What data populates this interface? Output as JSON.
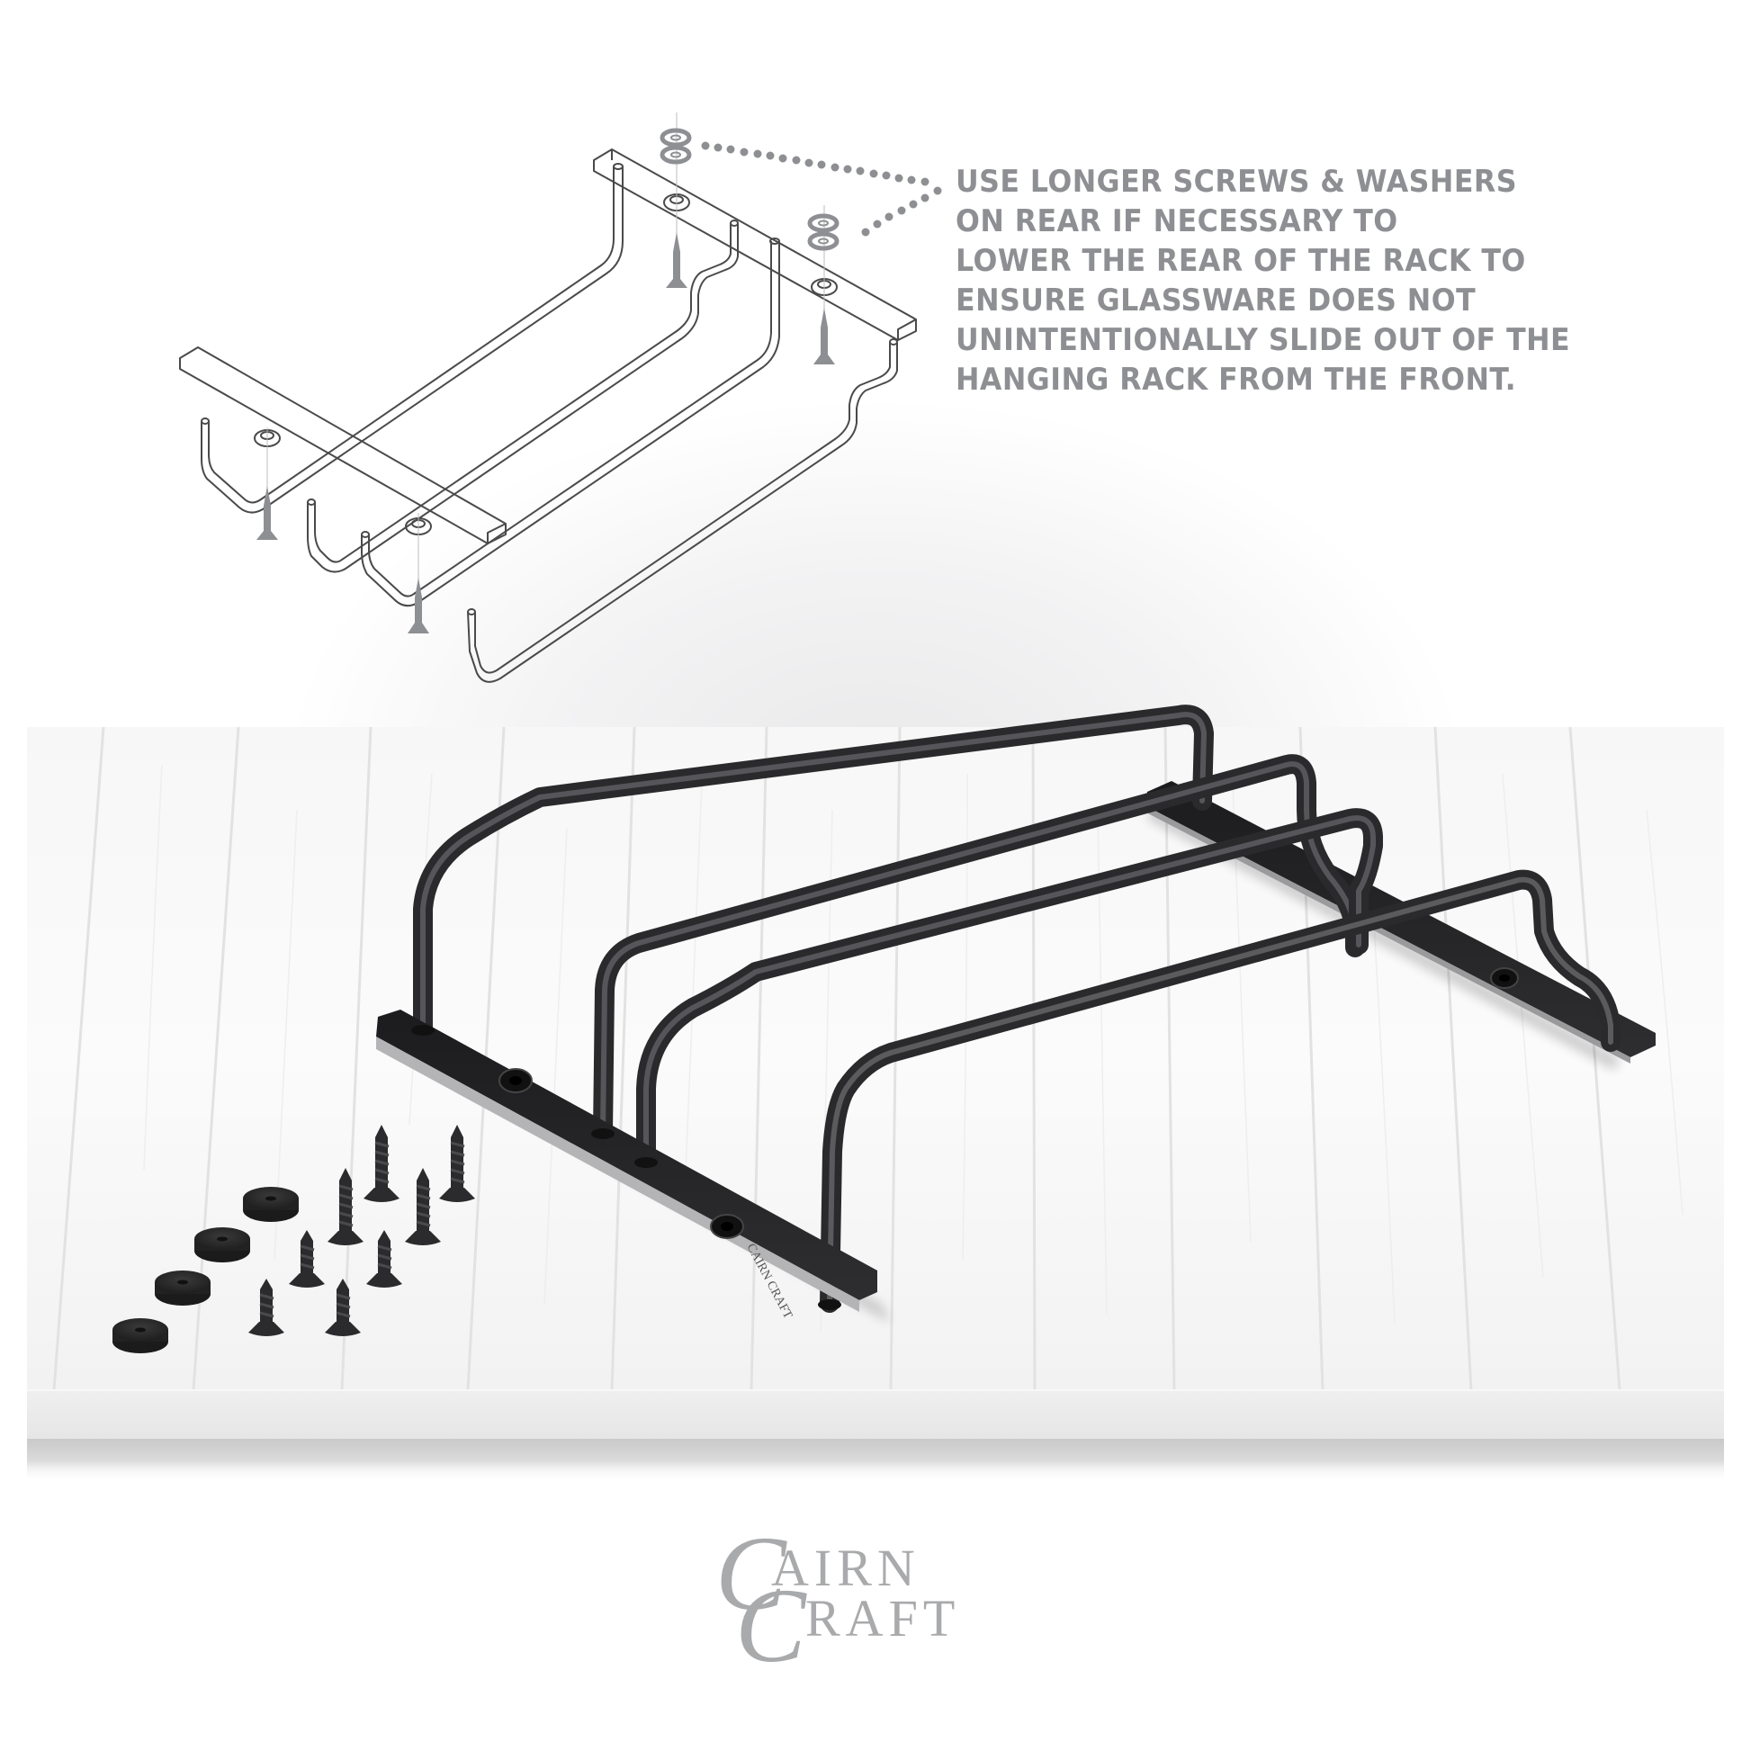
{
  "callout": {
    "lines": [
      "USE LONGER SCREWS & WASHERS",
      "ON REAR IF NECESSARY TO",
      "LOWER THE REAR OF THE RACK TO",
      "ENSURE GLASSWARE DOES NOT",
      "UNINTENTIONALLY SLIDE OUT OF THE",
      "HANGING RACK FROM THE FRONT."
    ],
    "color": "#8e8f93"
  },
  "diagram": {
    "description": "Exploded line-art of 4-rail hanging stemware rack with screws and washers",
    "rails": 4,
    "screws_shown": 4,
    "washer_pairs_shown": 2,
    "line_color": "#555555",
    "hardware_color": "#8e8f93"
  },
  "photo": {
    "description": "Black 4-rail stemware rack on white wood planks with hardware",
    "rack_color": "#2a2a2c",
    "screws_count": 8,
    "washers_count": 4,
    "plate_engraving": "CAIRN CRAFT"
  },
  "logo": {
    "line1_initial": "C",
    "line1_rest": "AIRN",
    "line2_initial": "C",
    "line2_rest": "RAFT",
    "color": "#a9aaac"
  }
}
